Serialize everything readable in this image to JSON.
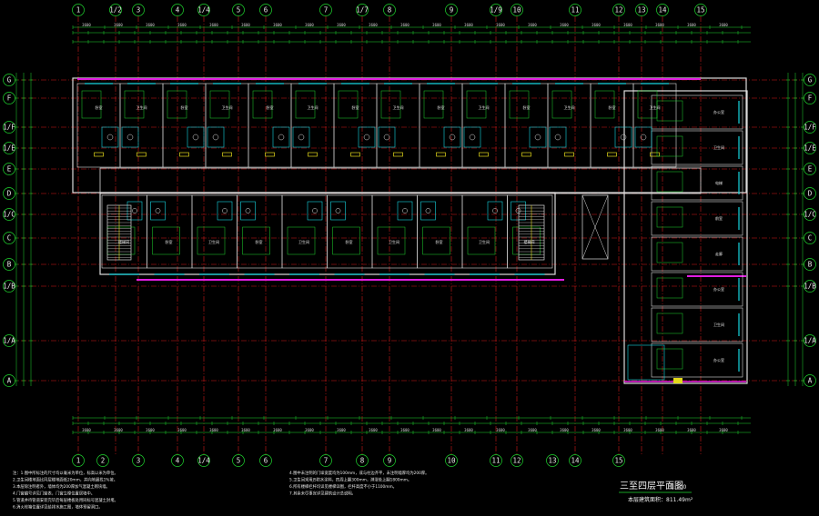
{
  "drawing": {
    "title": "三至四层平面图",
    "scale": "1:100",
    "area_label": "本层建筑面积：811.49m²"
  },
  "axes": {
    "columns": [
      "1",
      "2",
      "3",
      "4",
      "5",
      "6",
      "7",
      "8",
      "9",
      "10",
      "11",
      "12",
      "13",
      "14",
      "15"
    ],
    "top_labels": [
      "1",
      "1/2",
      "3",
      "4",
      "1/4",
      "5",
      "6",
      "7",
      "1/7",
      "8",
      "9",
      "1/9",
      "10",
      "11",
      "12",
      "13",
      "14",
      "15"
    ],
    "bottom_labels": [
      "1",
      "2",
      "3",
      "4",
      "1/4",
      "5",
      "6",
      "7",
      "8",
      "9",
      "10",
      "11",
      "12",
      "13",
      "14",
      "15"
    ],
    "rows": [
      "G",
      "F",
      "1/E",
      "E",
      "D",
      "1/C",
      "C",
      "B",
      "1/B",
      "1/A",
      "A"
    ]
  },
  "rooms": {
    "upper_row": [
      "卧室",
      "卫生间",
      "卧室",
      "卫生间",
      "卧室",
      "卫生间",
      "卧室",
      "卫生间",
      "卧室",
      "卫生间",
      "卧室",
      "卫生间",
      "卧室",
      "卫生间"
    ],
    "lower_row": [
      "楼梯间",
      "卧室",
      "卫生间",
      "卧室",
      "卫生间",
      "卧室",
      "卫生间",
      "卧室",
      "卫生间",
      "楼梯间"
    ],
    "wing": [
      "办公室",
      "卫生间",
      "电梯",
      "前室",
      "走廊",
      "办公室",
      "卫生间",
      "办公室"
    ]
  },
  "notes": [
    "注：1.图中所标注的尺寸均以毫米为单位，标高以米为单位。",
    "2.卫生间楼地面比同层楼地面低20mm，并向地漏找1%坡。",
    "3.本层除注明者外，墙体均为200厚加气混凝土砌块墙。",
    "4.门窗编号详见门窗表，门窗立樘位置居墙中。",
    "5.管道井待管道安装完毕后每层楼板处用同标号混凝土封堵。",
    "6.消火栓箱位置详见给排水施工图，墙体预留洞口。"
  ],
  "notes_right": [
    "4.图中未注明的门垛宽度均为100mm，或与柱边齐平，未注明墙厚均为200厚。",
    "5.卫生间采用JS防水涂料，四周上翻300mm，淋浴处上翻1800mm。",
    "6.所有楼梯栏杆均详见楼梯详图，栏杆高度不小于1100mm。",
    "7.其余未尽事宜详见建筑设计总说明。"
  ],
  "colors": {
    "background": "#000000",
    "axis_red": "#d61a1a",
    "wall_white": "#dcdcdc",
    "dim_green": "#1fd82f",
    "window_cyan": "#16d6e0",
    "magenta": "#e11ee1",
    "yellow": "#e3d91b"
  }
}
